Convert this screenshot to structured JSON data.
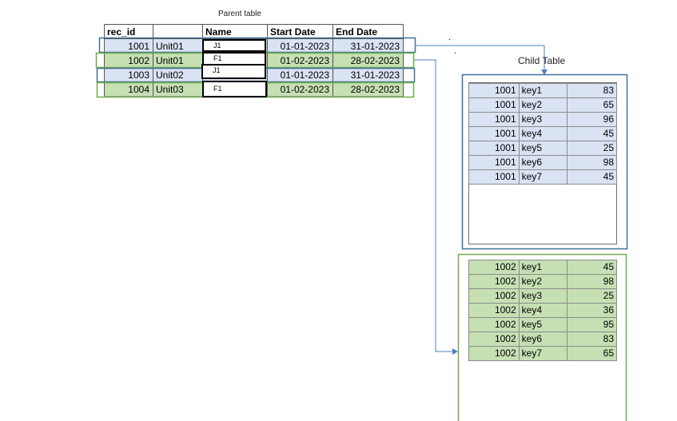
{
  "parent_table": {
    "caption": "Parent table",
    "headers": [
      "rec_id",
      "",
      "Name",
      "Start Date",
      "End Date"
    ],
    "rows": [
      {
        "rec_id": "1001",
        "unit": "Unit01",
        "name": "J1",
        "start": "01-01-2023",
        "end": "31-01-2023"
      },
      {
        "rec_id": "1002",
        "unit": "Unit01",
        "name": "F1",
        "start": "01-02-2023",
        "end": "28-02-2023"
      },
      {
        "rec_id": "1003",
        "unit": "Unit02",
        "name": "J1",
        "start": "01-01-2023",
        "end": "31-01-2023"
      },
      {
        "rec_id": "1004",
        "unit": "Unit03",
        "name": "F1",
        "start": "01-02-2023",
        "end": "28-02-2023"
      }
    ]
  },
  "child_table": {
    "caption": "Child Table",
    "group_1001": [
      {
        "rec_id": "1001",
        "key": "key1",
        "value": "83"
      },
      {
        "rec_id": "1001",
        "key": "key2",
        "value": "65"
      },
      {
        "rec_id": "1001",
        "key": "key3",
        "value": "96"
      },
      {
        "rec_id": "1001",
        "key": "key4",
        "value": "45"
      },
      {
        "rec_id": "1001",
        "key": "key5",
        "value": "25"
      },
      {
        "rec_id": "1001",
        "key": "key6",
        "value": "98"
      },
      {
        "rec_id": "1001",
        "key": "key7",
        "value": "45"
      }
    ],
    "group_1002": [
      {
        "rec_id": "1002",
        "key": "key1",
        "value": "45"
      },
      {
        "rec_id": "1002",
        "key": "key2",
        "value": "98"
      },
      {
        "rec_id": "1002",
        "key": "key3",
        "value": "25"
      },
      {
        "rec_id": "1002",
        "key": "key4",
        "value": "36"
      },
      {
        "rec_id": "1002",
        "key": "key5",
        "value": "95"
      },
      {
        "rec_id": "1002",
        "key": "key6",
        "value": "83"
      },
      {
        "rec_id": "1002",
        "key": "key7",
        "value": "65"
      }
    ]
  },
  "colors": {
    "blue_fill": "#dae3f3",
    "green_fill": "#c6e0b4",
    "blue_border": "#41719c",
    "green_border": "#70ad47",
    "arrow_blue": "#4f81bd"
  }
}
